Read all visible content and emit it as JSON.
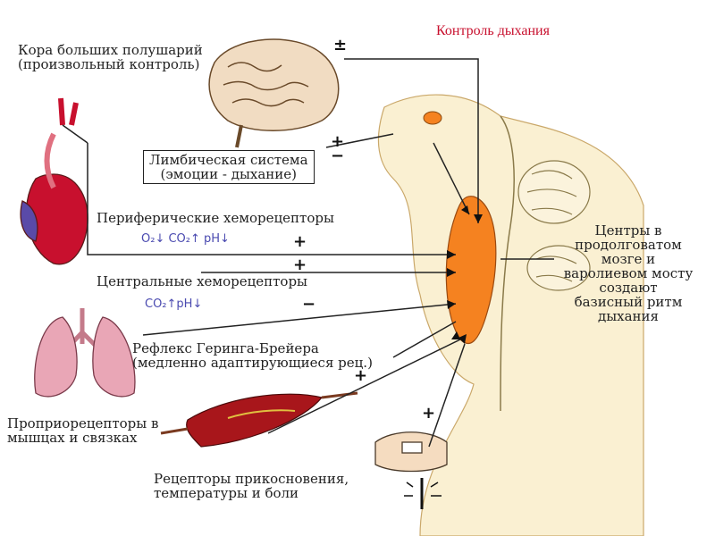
{
  "title": "Контроль дыхания",
  "cortex": {
    "line1": "Кора больших полушарий",
    "line2": "(произвольный контроль)",
    "sign": "±"
  },
  "limbic": {
    "line1": "Лимбическая система",
    "line2": "(эмоции - дыхание)",
    "sign_plus": "+",
    "sign_minus": "−"
  },
  "peripheral": {
    "label": "Периферические хеморецепторы",
    "chem": "O₂↓ CO₂↑ pH↓",
    "sign": "+"
  },
  "central": {
    "label": "Центральные хеморецепторы",
    "chem": "CO₂↑pH↓",
    "sign_plus": "+",
    "sign_minus": "−"
  },
  "hering": {
    "line1": "Рефлекс Геринга-Брейера",
    "line2": "(медленно адаптирующиеся рец.)",
    "sign": "+"
  },
  "proprio": {
    "line1": "Проприорецепторы в",
    "line2": "мышцах и связках"
  },
  "touch": {
    "line1": "Рецепторы прикосновения,",
    "line2": "температуры и боли",
    "sign": "+"
  },
  "centers": {
    "lines": [
      "Центры в",
      "продолговатом",
      "мозге и",
      "варолиевом мосту",
      "создают",
      "базисный ритм",
      "дыхания"
    ]
  },
  "colors": {
    "title": "#c8102e",
    "medulla": "#f58220",
    "brainstem": "#faf0d2",
    "heart": "#c8102e",
    "lung": "#e9a6b6",
    "muscle": "#a8161b"
  }
}
